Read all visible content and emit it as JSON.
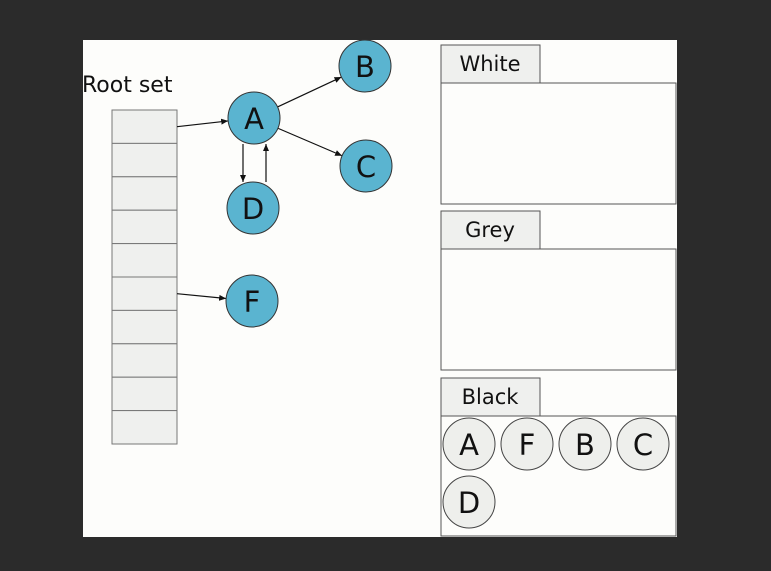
{
  "root_label": "Root set",
  "root_slot_count": 10,
  "graph_nodes": [
    {
      "id": "A",
      "label": "A"
    },
    {
      "id": "B",
      "label": "B"
    },
    {
      "id": "C",
      "label": "C"
    },
    {
      "id": "D",
      "label": "D"
    },
    {
      "id": "F",
      "label": "F"
    }
  ],
  "edges": [
    {
      "from": "root-slot-0",
      "to": "A"
    },
    {
      "from": "root-slot-5",
      "to": "F"
    },
    {
      "from": "A",
      "to": "B"
    },
    {
      "from": "A",
      "to": "C"
    },
    {
      "from": "A",
      "to": "D"
    },
    {
      "from": "D",
      "to": "A"
    }
  ],
  "sets": {
    "white": {
      "label": "White",
      "members": []
    },
    "grey": {
      "label": "Grey",
      "members": []
    },
    "black": {
      "label": "Black",
      "members": [
        "A",
        "F",
        "B",
        "C",
        "D"
      ]
    }
  },
  "colors": {
    "node_fill": "#5ab4d0",
    "black_member_fill": "#eeefec",
    "slot_fill": "#eff0ee",
    "tab_fill": "#eff0ee",
    "page_bg": "#2b2b2b",
    "slide_bg": "#fdfdfb"
  }
}
